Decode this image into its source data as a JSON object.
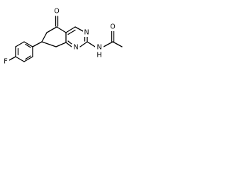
{
  "molecule": {
    "atoms": {
      "fluorine": "F",
      "keto_oxygen": "O",
      "ring_nitrogen_top": "N",
      "ring_nitrogen_bottom": "N",
      "amide_nitrogen": "N",
      "amide_hydrogen": "H",
      "acetyl_oxygen": "O"
    }
  }
}
